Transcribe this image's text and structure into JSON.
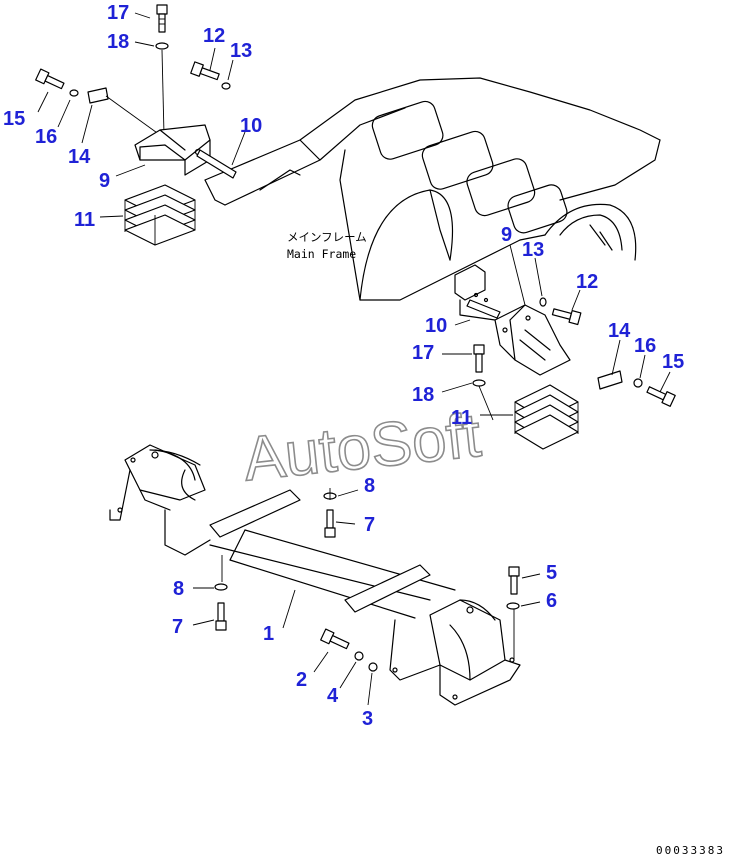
{
  "frame_label": {
    "jp": "メインフレーム",
    "en": "Main Frame"
  },
  "watermark": "AutoSoft",
  "drawing_number": "00033383",
  "callouts": [
    {
      "id": "c17a",
      "text": "17"
    },
    {
      "id": "c18a",
      "text": "18"
    },
    {
      "id": "c12a",
      "text": "12"
    },
    {
      "id": "c13a",
      "text": "13"
    },
    {
      "id": "c10a",
      "text": "10"
    },
    {
      "id": "c15a",
      "text": "15"
    },
    {
      "id": "c16a",
      "text": "16"
    },
    {
      "id": "c14a",
      "text": "14"
    },
    {
      "id": "c9a",
      "text": "9"
    },
    {
      "id": "c11a",
      "text": "11"
    },
    {
      "id": "c9b",
      "text": "9"
    },
    {
      "id": "c13b",
      "text": "13"
    },
    {
      "id": "c12b",
      "text": "12"
    },
    {
      "id": "c10b",
      "text": "10"
    },
    {
      "id": "c14b",
      "text": "14"
    },
    {
      "id": "c17b",
      "text": "17"
    },
    {
      "id": "c16b",
      "text": "16"
    },
    {
      "id": "c15b",
      "text": "15"
    },
    {
      "id": "c18b",
      "text": "18"
    },
    {
      "id": "c11b",
      "text": "11"
    },
    {
      "id": "c8a",
      "text": "8"
    },
    {
      "id": "c7a",
      "text": "7"
    },
    {
      "id": "c8b",
      "text": "8"
    },
    {
      "id": "c7b",
      "text": "7"
    },
    {
      "id": "c5",
      "text": "5"
    },
    {
      "id": "c6",
      "text": "6"
    },
    {
      "id": "c1",
      "text": "1"
    },
    {
      "id": "c2",
      "text": "2"
    },
    {
      "id": "c4",
      "text": "4"
    },
    {
      "id": "c3",
      "text": "3"
    }
  ]
}
